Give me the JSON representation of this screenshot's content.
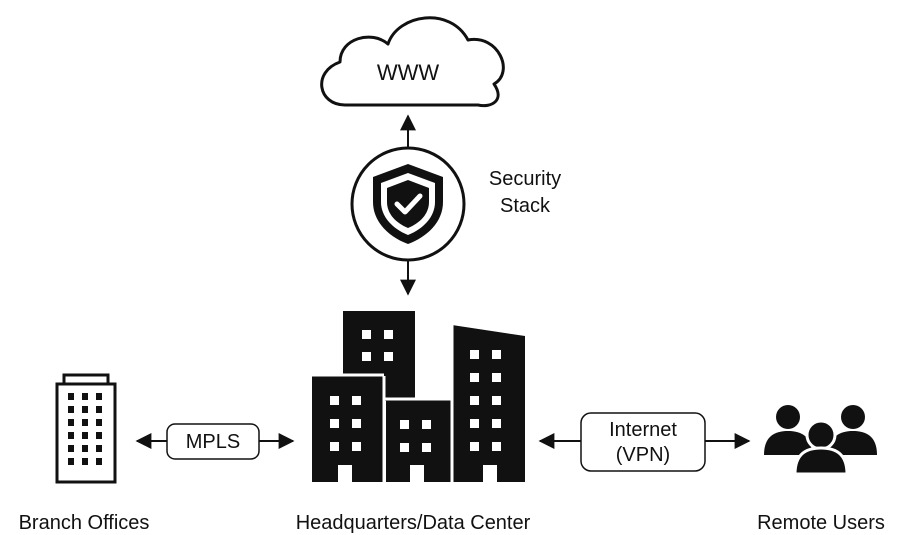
{
  "diagram": {
    "cloud": {
      "label": "WWW"
    },
    "security": {
      "label_line1": "Security",
      "label_line2": "Stack",
      "icon": "shield-check-icon"
    },
    "nodes": {
      "branch": {
        "label": "Branch Offices",
        "icon": "office-building-icon"
      },
      "hq": {
        "label": "Headquarters/Data Center",
        "icon": "city-buildings-icon"
      },
      "remote": {
        "label": "Remote Users",
        "icon": "users-group-icon"
      }
    },
    "links": {
      "mpls": {
        "label": "MPLS"
      },
      "internet": {
        "label_line1": "Internet",
        "label_line2": "(VPN)"
      }
    },
    "colors": {
      "stroke": "#111111",
      "background": "#ffffff"
    }
  }
}
